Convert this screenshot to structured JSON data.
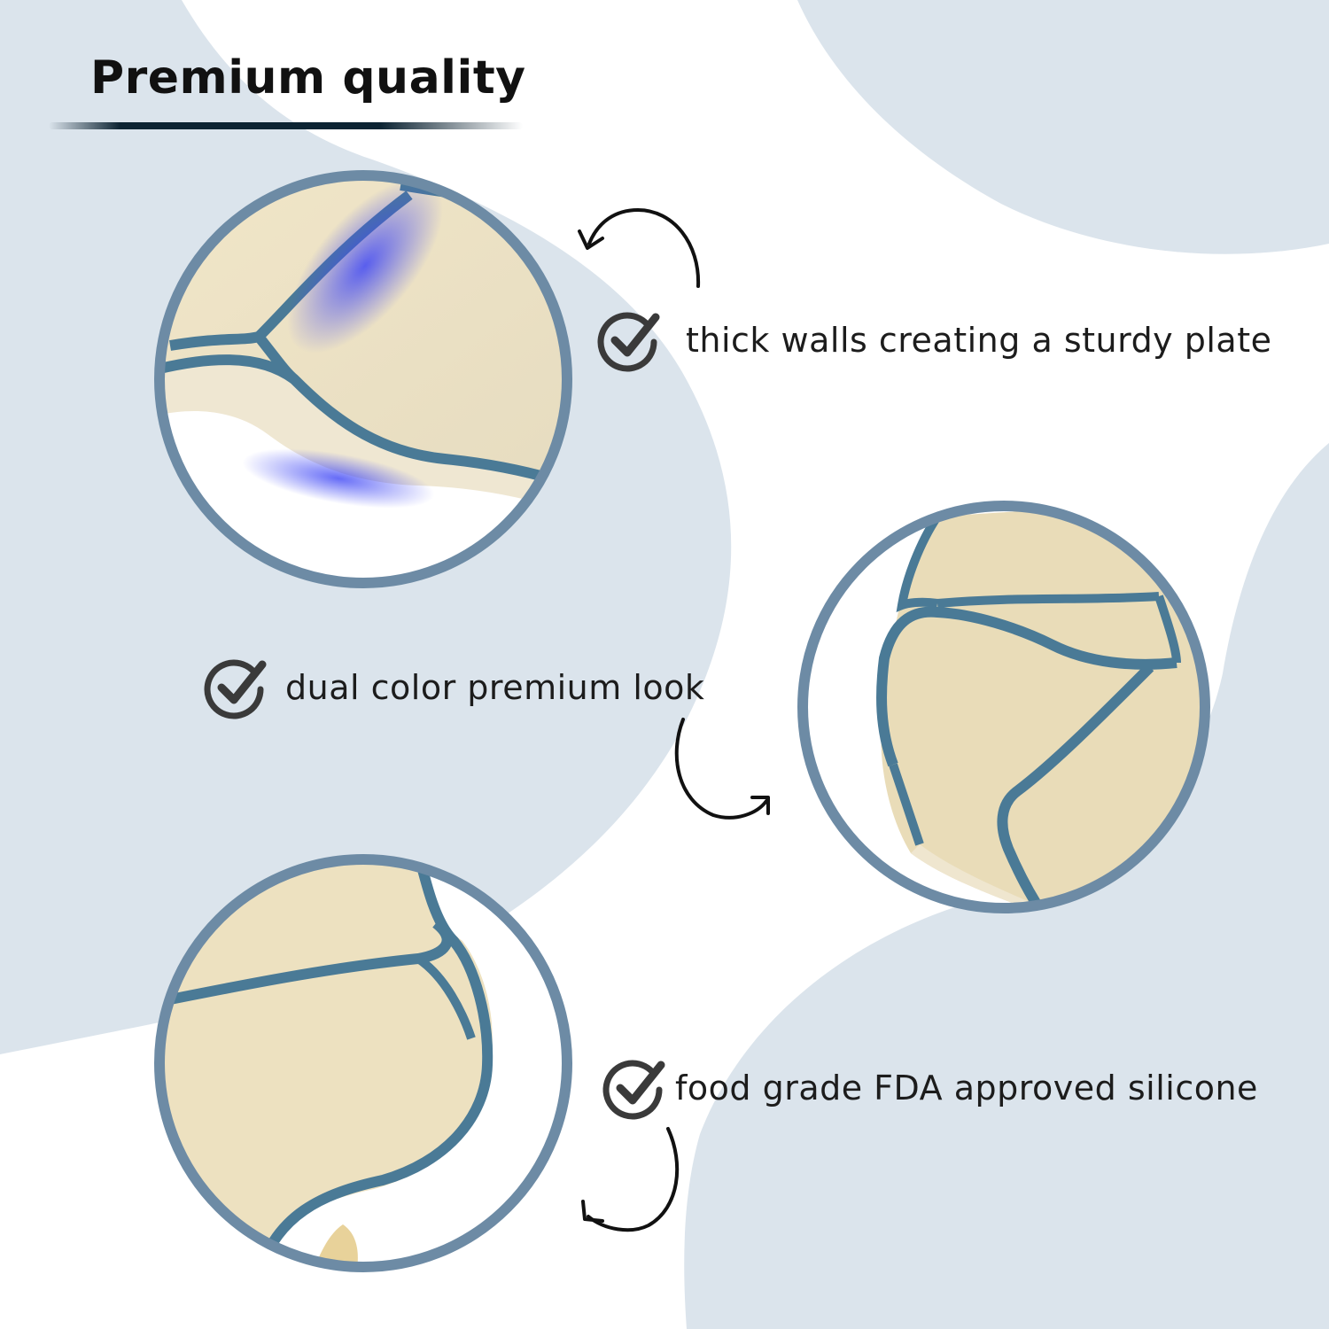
{
  "title": "Premium quality",
  "colors": {
    "background": "#ffffff",
    "blob": "#dbe4ec",
    "rim": "#6d8ba5",
    "silicone_blue": "#4a7a96",
    "cream": "#ece1c3",
    "text": "#1c1c1c",
    "check": "#3a3a3a"
  },
  "features": [
    {
      "icon": "check-circle-icon",
      "label": "thick walls creating a sturdy plate"
    },
    {
      "icon": "check-circle-icon",
      "label": "dual color premium look"
    },
    {
      "icon": "check-circle-icon",
      "label": "food grade FDA approved silicone"
    }
  ]
}
